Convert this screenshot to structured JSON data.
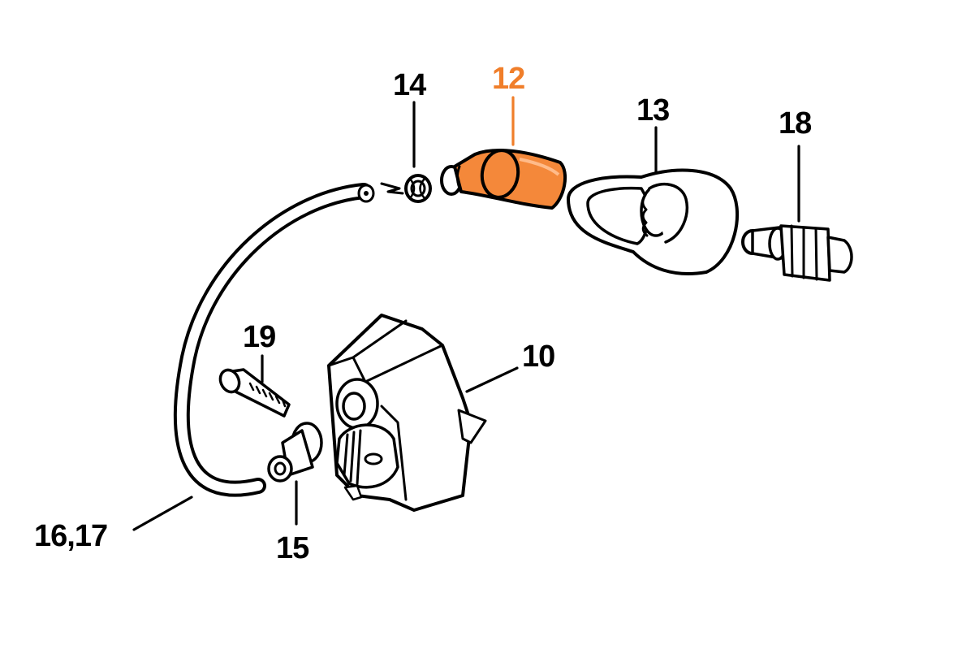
{
  "callouts": {
    "c14": "14",
    "c12": "12",
    "c13": "13",
    "c18": "18",
    "c19": "19",
    "c10": "10",
    "c15": "15",
    "c1617": "16,17"
  },
  "colors": {
    "highlight": "#f07e2a",
    "highlight_fill": "#f4883a",
    "line": "#000000",
    "background": "#ffffff"
  }
}
